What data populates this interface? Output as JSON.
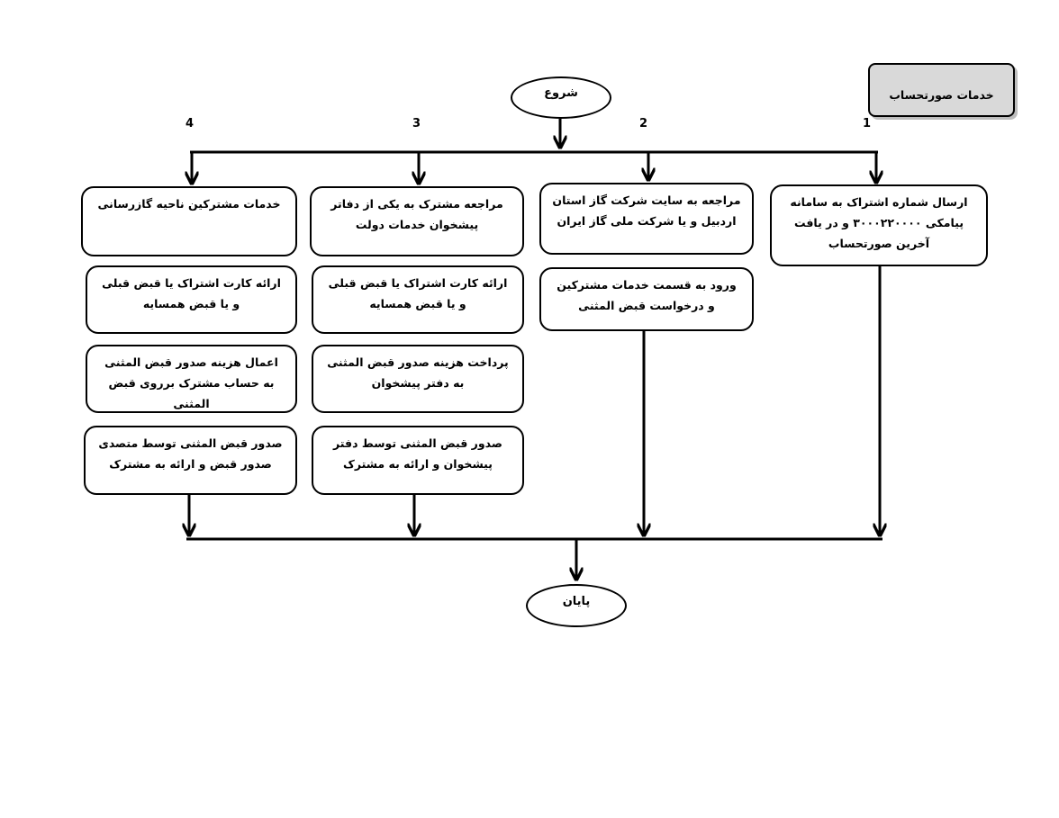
{
  "title": "خدمات صورتحساب",
  "start": "شروع",
  "end": "پایان",
  "branches": [
    {
      "number": "1",
      "steps": [
        "ارسال شماره اشتراک به سامانه پیامکی ۳۰۰۰۲۲۰۰۰۰ و در یافت آخرین صورتحساب"
      ]
    },
    {
      "number": "2",
      "steps": [
        "مراجعه به سایت شرکت گاز استان اردبیل و یا شرکت ملی گاز ایران",
        "ورود به قسمت خدمات مشترکین و درخواست قبض المثنی"
      ]
    },
    {
      "number": "3",
      "steps": [
        "مراجعه مشترک به یکی از دفاتر پیشخوان خدمات دولت",
        "ارائه کارت اشتراک یا قبض قبلی و یا قبض همسایه",
        "پرداخت هزینه صدور قبض المثنی به دفتر پیشخوان",
        "صدور قبض المثنی توسط دفتر پیشخوان و ارائه به مشترک"
      ]
    },
    {
      "number": "4",
      "steps": [
        "خدمات مشترکین ناحیه گازرسانی",
        "ارائه کارت اشتراک یا قبض قبلی و یا قبض همسایه",
        "اعمال هزینه صدور قبض المثنی به حساب مشترک برروی قبض المثنی",
        "صدور قبض المثنی توسط متصدی صدور قبض و ارائه به مشترک"
      ]
    }
  ]
}
